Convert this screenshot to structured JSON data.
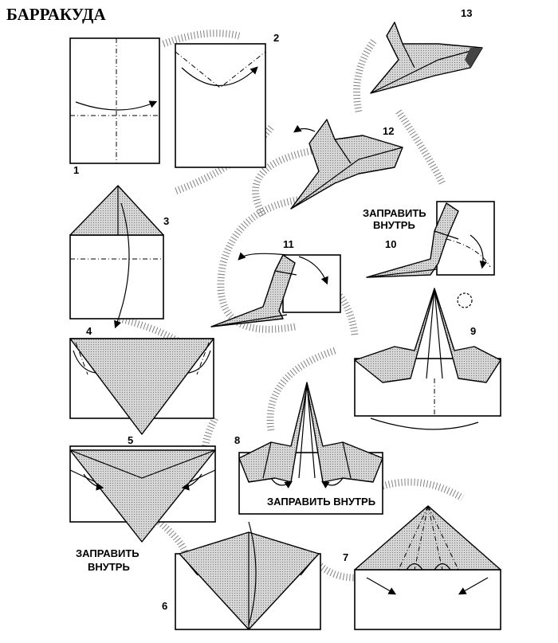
{
  "title": "БАРРАКУДА",
  "steps": [
    "1",
    "2",
    "3",
    "4",
    "5",
    "6",
    "7",
    "8",
    "9",
    "10",
    "11",
    "12",
    "13"
  ],
  "notes": {
    "tuck_in_step10_line1": "ЗАПРАВИТЬ",
    "tuck_in_step10_line2": "ВНУТРЬ",
    "tuck_in_step8": "ЗАПРАВИТЬ ВНУТРЬ",
    "tuck_in_step5_line1": "ЗАПРАВИТЬ",
    "tuck_in_step5_line2": "ВНУТРЬ"
  },
  "colors": {
    "paper": "#ffffff",
    "shade": "#bdbdbd",
    "line": "#000000"
  }
}
